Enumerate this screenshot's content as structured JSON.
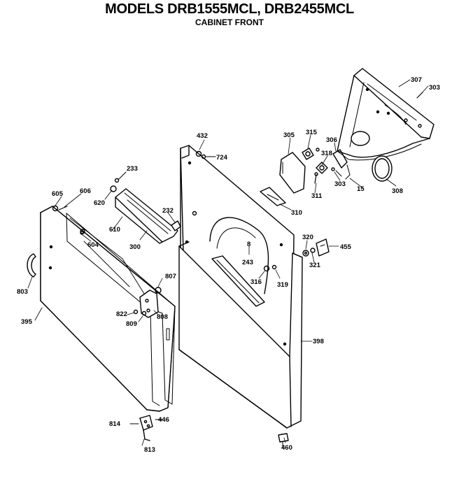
{
  "header": {
    "title": "MODELS DRB1555MCL, DRB2455MCL",
    "subtitle": "CABINET FRONT"
  },
  "parts": [
    "432",
    "724",
    "233",
    "605",
    "606",
    "620",
    "232",
    "610",
    "604",
    "300",
    "803",
    "807",
    "822",
    "809",
    "808",
    "395",
    "814",
    "446",
    "813",
    "305",
    "315",
    "318",
    "306",
    "303",
    "15",
    "311",
    "310",
    "307",
    "303",
    "308",
    "320",
    "455",
    "321",
    "8",
    "243",
    "316",
    "319",
    "398",
    "460"
  ]
}
